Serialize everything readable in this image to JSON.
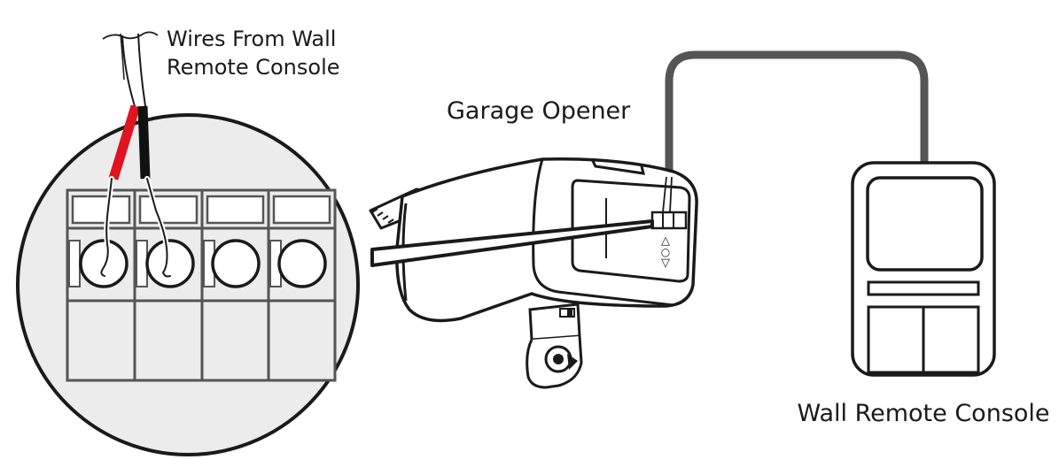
{
  "labels": {
    "wires_line1": "Wires From Wall",
    "wires_line2": "Remote Console",
    "garage_opener": "Garage Opener",
    "wall_console": "Wall Remote Console"
  },
  "opener_panel_symbols": {
    "up": "△",
    "light": "○",
    "down": "▽"
  },
  "colors": {
    "line": "#1a1a1a",
    "cable": "#555555",
    "red_wire": "#e0141e",
    "black_wire": "#111111",
    "zoom_fill": "#ececec",
    "white": "#ffffff"
  },
  "terminal_block": {
    "terminal_count": 4,
    "wired_terminals": 2
  }
}
